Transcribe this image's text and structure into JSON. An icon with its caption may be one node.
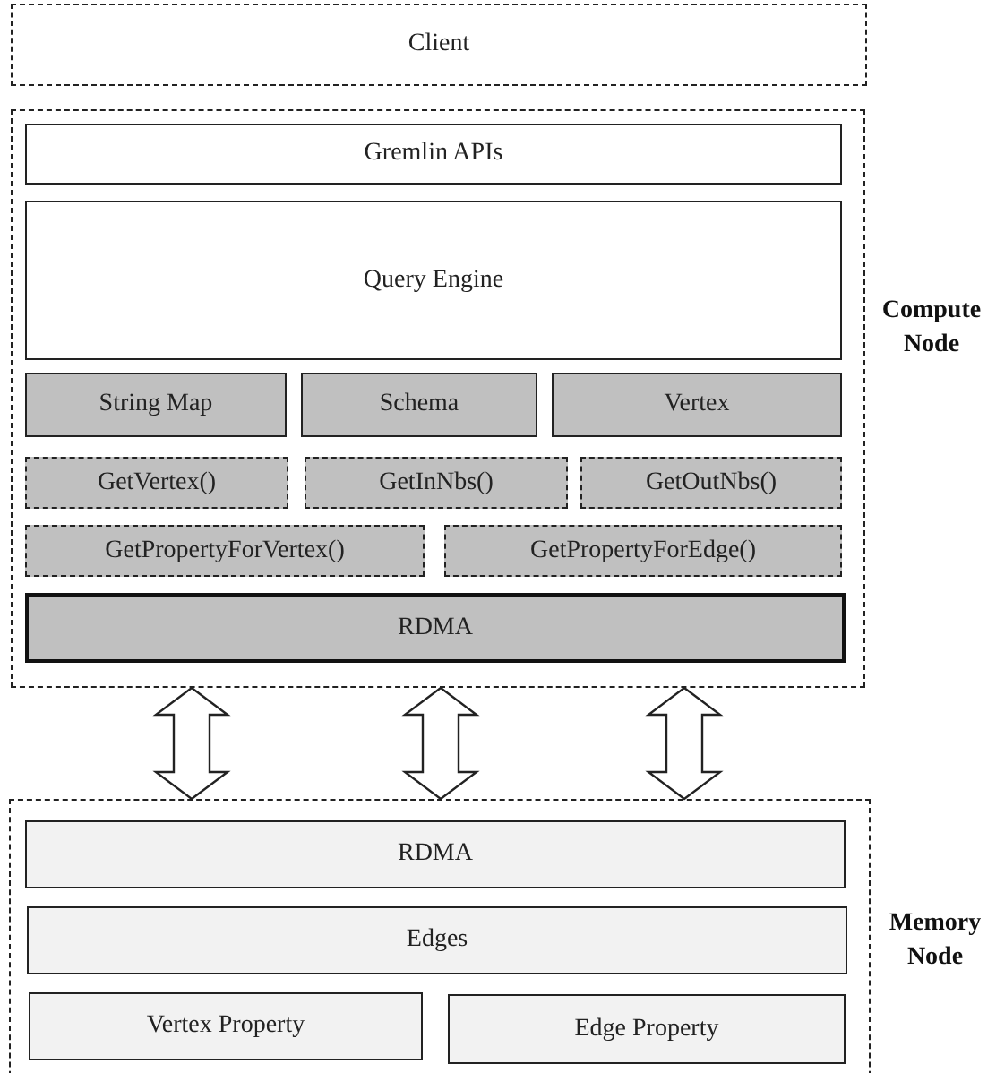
{
  "diagram": {
    "nodes": [
      {
        "text": [
          "Client"
        ]
      },
      {
        "text": [
          "Compute Node"
        ]
      },
      {
        "text": [
          "Gremlin APIs"
        ],
        "in": 1
      },
      {
        "text": [
          "Query Engine"
        ],
        "in": 1
      },
      {
        "text": [
          "String Map"
        ],
        "in": 1
      },
      {
        "text": [
          "Schema"
        ],
        "in": 1
      },
      {
        "text": [
          "Vertex"
        ],
        "in": 1
      },
      {
        "text": [
          "GetVertex()"
        ],
        "in": 1
      },
      {
        "text": [
          "GetInNbs()"
        ],
        "in": 1
      },
      {
        "text": [
          "GetOutNbs()"
        ],
        "in": 1
      },
      {
        "text": [
          "GetPropertyForVertex()"
        ],
        "in": 1
      },
      {
        "text": [
          "GetPropertyForEdge()"
        ],
        "in": 1
      },
      {
        "text": [
          "RDMA"
        ],
        "in": 1
      },
      {
        "text": [
          "Memory Node"
        ]
      },
      {
        "text": [
          "RDMA"
        ],
        "in": 13
      },
      {
        "text": [
          "Edges"
        ],
        "in": 13
      },
      {
        "text": [
          "Vertex Property"
        ],
        "in": 13
      },
      {
        "text": [
          "Edge Property"
        ],
        "in": 13
      }
    ],
    "edges": [
      {
        "from": 1,
        "to": 13,
        "arrow": "both"
      },
      {
        "from": 1,
        "to": 13,
        "arrow": "both"
      },
      {
        "from": 1,
        "to": 13,
        "arrow": "both"
      }
    ]
  }
}
